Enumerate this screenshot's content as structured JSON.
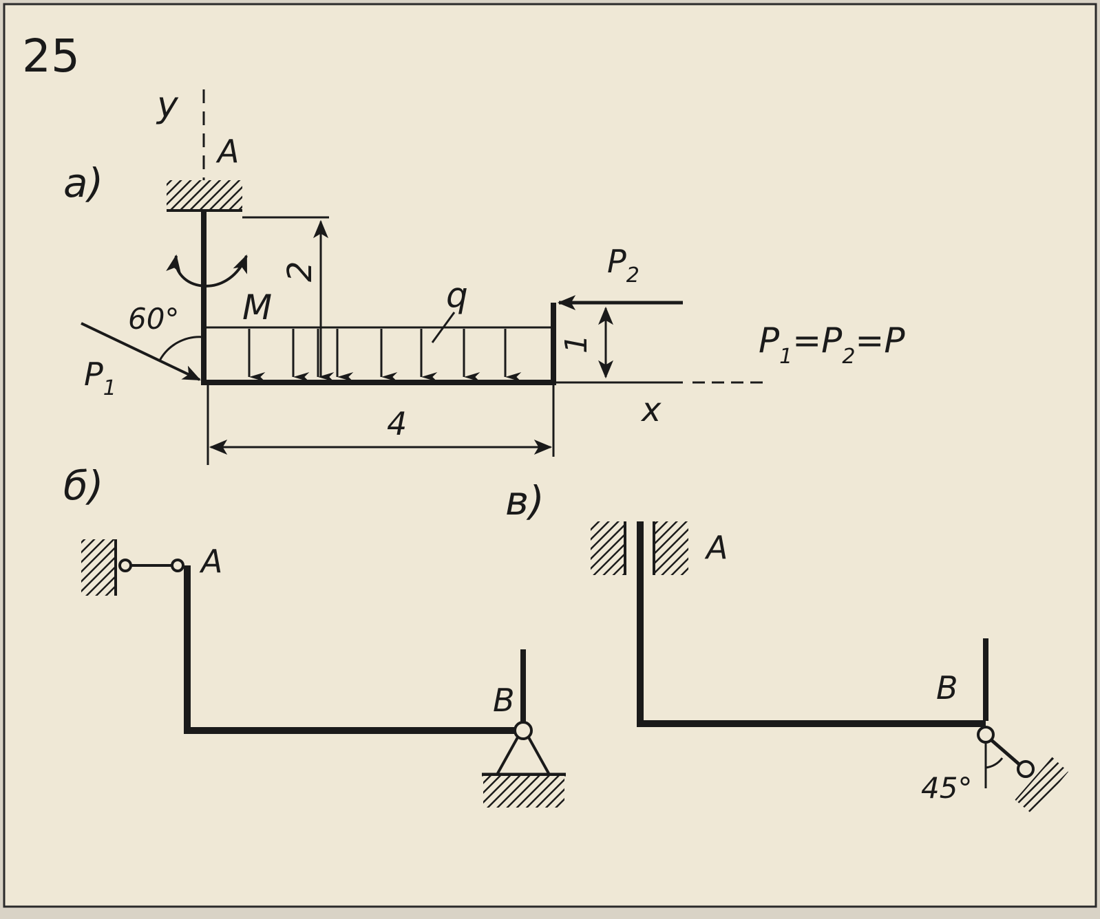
{
  "problem_number": "25",
  "colors": {
    "paper": "#efe8d6",
    "ink": "#1a1a1a",
    "border": "#2a2a2a"
  },
  "figure_a": {
    "label": "а)",
    "y_axis": "y",
    "x_axis": "x",
    "support": "A",
    "moment": "M",
    "load": "q",
    "angle": "60°",
    "force_1": "P",
    "force_1_sub": "1",
    "force_2": "P",
    "force_2_sub": "2",
    "dim_vertical": "2",
    "dim_step": "1",
    "dim_length": "4",
    "relation": {
      "p": "P",
      "s1": "1",
      "eq": "=",
      "s2": "2",
      "rhs": "P"
    }
  },
  "figure_b": {
    "label": "б)",
    "support_a": "A",
    "support_b": "B"
  },
  "figure_v": {
    "label": "в)",
    "support_a": "A",
    "support_b": "B",
    "angle": "45°"
  }
}
